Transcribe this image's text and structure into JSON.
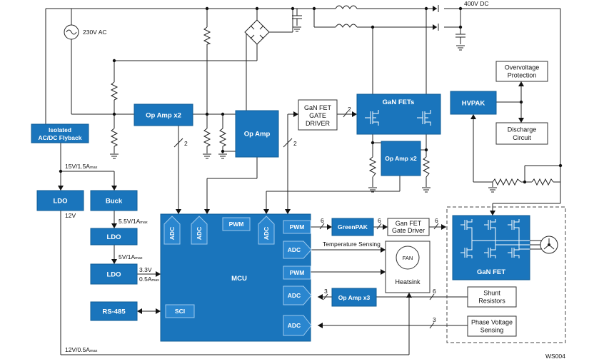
{
  "supply": {
    "ac_source": "230V AC",
    "dc_bus": "400V DC",
    "flyback_line1": "Isolated",
    "flyback_line2": "AC/DC Flyback",
    "flyback_out": "15V/1.5A",
    "flyback_out_sub": "max",
    "ldo12_label": "LDO",
    "ldo12_out": "12V",
    "buck_label": "Buck",
    "buck_out": "5.5V/1A",
    "buck_out_sub": "max",
    "ldo5_label": "LDO",
    "ldo5_out": "5V/1A",
    "ldo5_out_sub": "max",
    "ldo33_label": "LDO",
    "ldo33_out1": "3.3V",
    "ldo33_out2": "0.5A",
    "ldo33_out2_sub": "max",
    "aux_out": "12V/0.5A",
    "aux_out_sub": "max"
  },
  "blocks": {
    "opamp_x2_left": "Op Amp x2",
    "opamp_mid": "Op Amp",
    "gan_gate_line1": "GaN FET",
    "gan_gate_line2": "GATE",
    "gan_gate_line3": "DRIVER",
    "gan_fets": "GaN FETs",
    "opamp_x2_right": "Op Amp x2",
    "hvpak": "HVPAK",
    "overvoltage_line1": "Overvoltage",
    "overvoltage_line2": "Protection",
    "discharge_line1": "Discharge",
    "discharge_line2": "Circuit",
    "rs485": "RS-485",
    "greenpak": "GreenPAK",
    "gan_gate2_line1": "Gan FET",
    "gan_gate2_line2": "Gate Driver",
    "fan": "FAN",
    "heatsink": "Heatsink",
    "opamp_x3": "Op Amp x3",
    "shunt_line1": "Shunt",
    "shunt_line2": "Resistors",
    "phase_line1": "Phase Voltage",
    "phase_line2": "Sensing",
    "gan_fet_bridge": "GaN FET"
  },
  "mcu": {
    "title": "MCU",
    "adc": "ADC",
    "pwm": "PWM",
    "sci": "SCI"
  },
  "labels": {
    "temp_sensing": "Temperature Sensing",
    "bus2": "2",
    "bus6": "6",
    "bus3": "3",
    "ref": "WS004"
  }
}
